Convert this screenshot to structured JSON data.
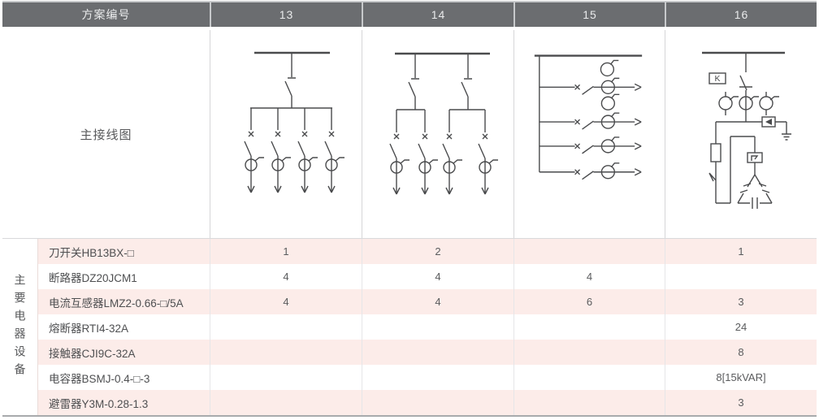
{
  "table": {
    "header": {
      "scheme_label": "方案编号",
      "schemes": [
        "13",
        "14",
        "15",
        "16"
      ]
    },
    "diagram_row_label": "主接线图",
    "side_label": "主要电器设备",
    "equipment_rows": [
      {
        "name": "刀开关HB13BX-□",
        "values": [
          "1",
          "2",
          "",
          "1"
        ]
      },
      {
        "name": "断路器DZ20JCM1",
        "values": [
          "4",
          "4",
          "4",
          ""
        ]
      },
      {
        "name": "电流互感器LMZ2-0.66-□/5A",
        "values": [
          "4",
          "4",
          "6",
          "3"
        ]
      },
      {
        "name": "熔断器RTI4-32A",
        "values": [
          "",
          "",
          "",
          "24"
        ]
      },
      {
        "name": "接触器CJI9C-32A",
        "values": [
          "",
          "",
          "",
          "8"
        ]
      },
      {
        "name": "电容器BSMJ-0.4-□-3",
        "values": [
          "",
          "",
          "",
          "8[15kVAR]"
        ]
      },
      {
        "name": "避雷器Y3M-0.28-1.3",
        "values": [
          "",
          "",
          "",
          "3"
        ]
      }
    ],
    "diagrams": {
      "k_label": "K",
      "icons": [
        "circuit-diagram-scheme-13-busbar-switch-4-feeders",
        "circuit-diagram-scheme-14-two-switches-2x2-feeders",
        "circuit-diagram-scheme-15-vertical-bus-4-horizontal-feeders-6-ct",
        "circuit-diagram-scheme-16-capacitor-bank-with-arrester"
      ]
    },
    "colors": {
      "header_bg": "#6b6d70",
      "header_text": "#e9eaeb",
      "row_highlight": "#fcece9",
      "body_text": "#4e4f51",
      "diagram_stroke": "#4a4b4d",
      "border_light": "#d6d6d8",
      "border_bottom": "#a8aaac"
    }
  }
}
